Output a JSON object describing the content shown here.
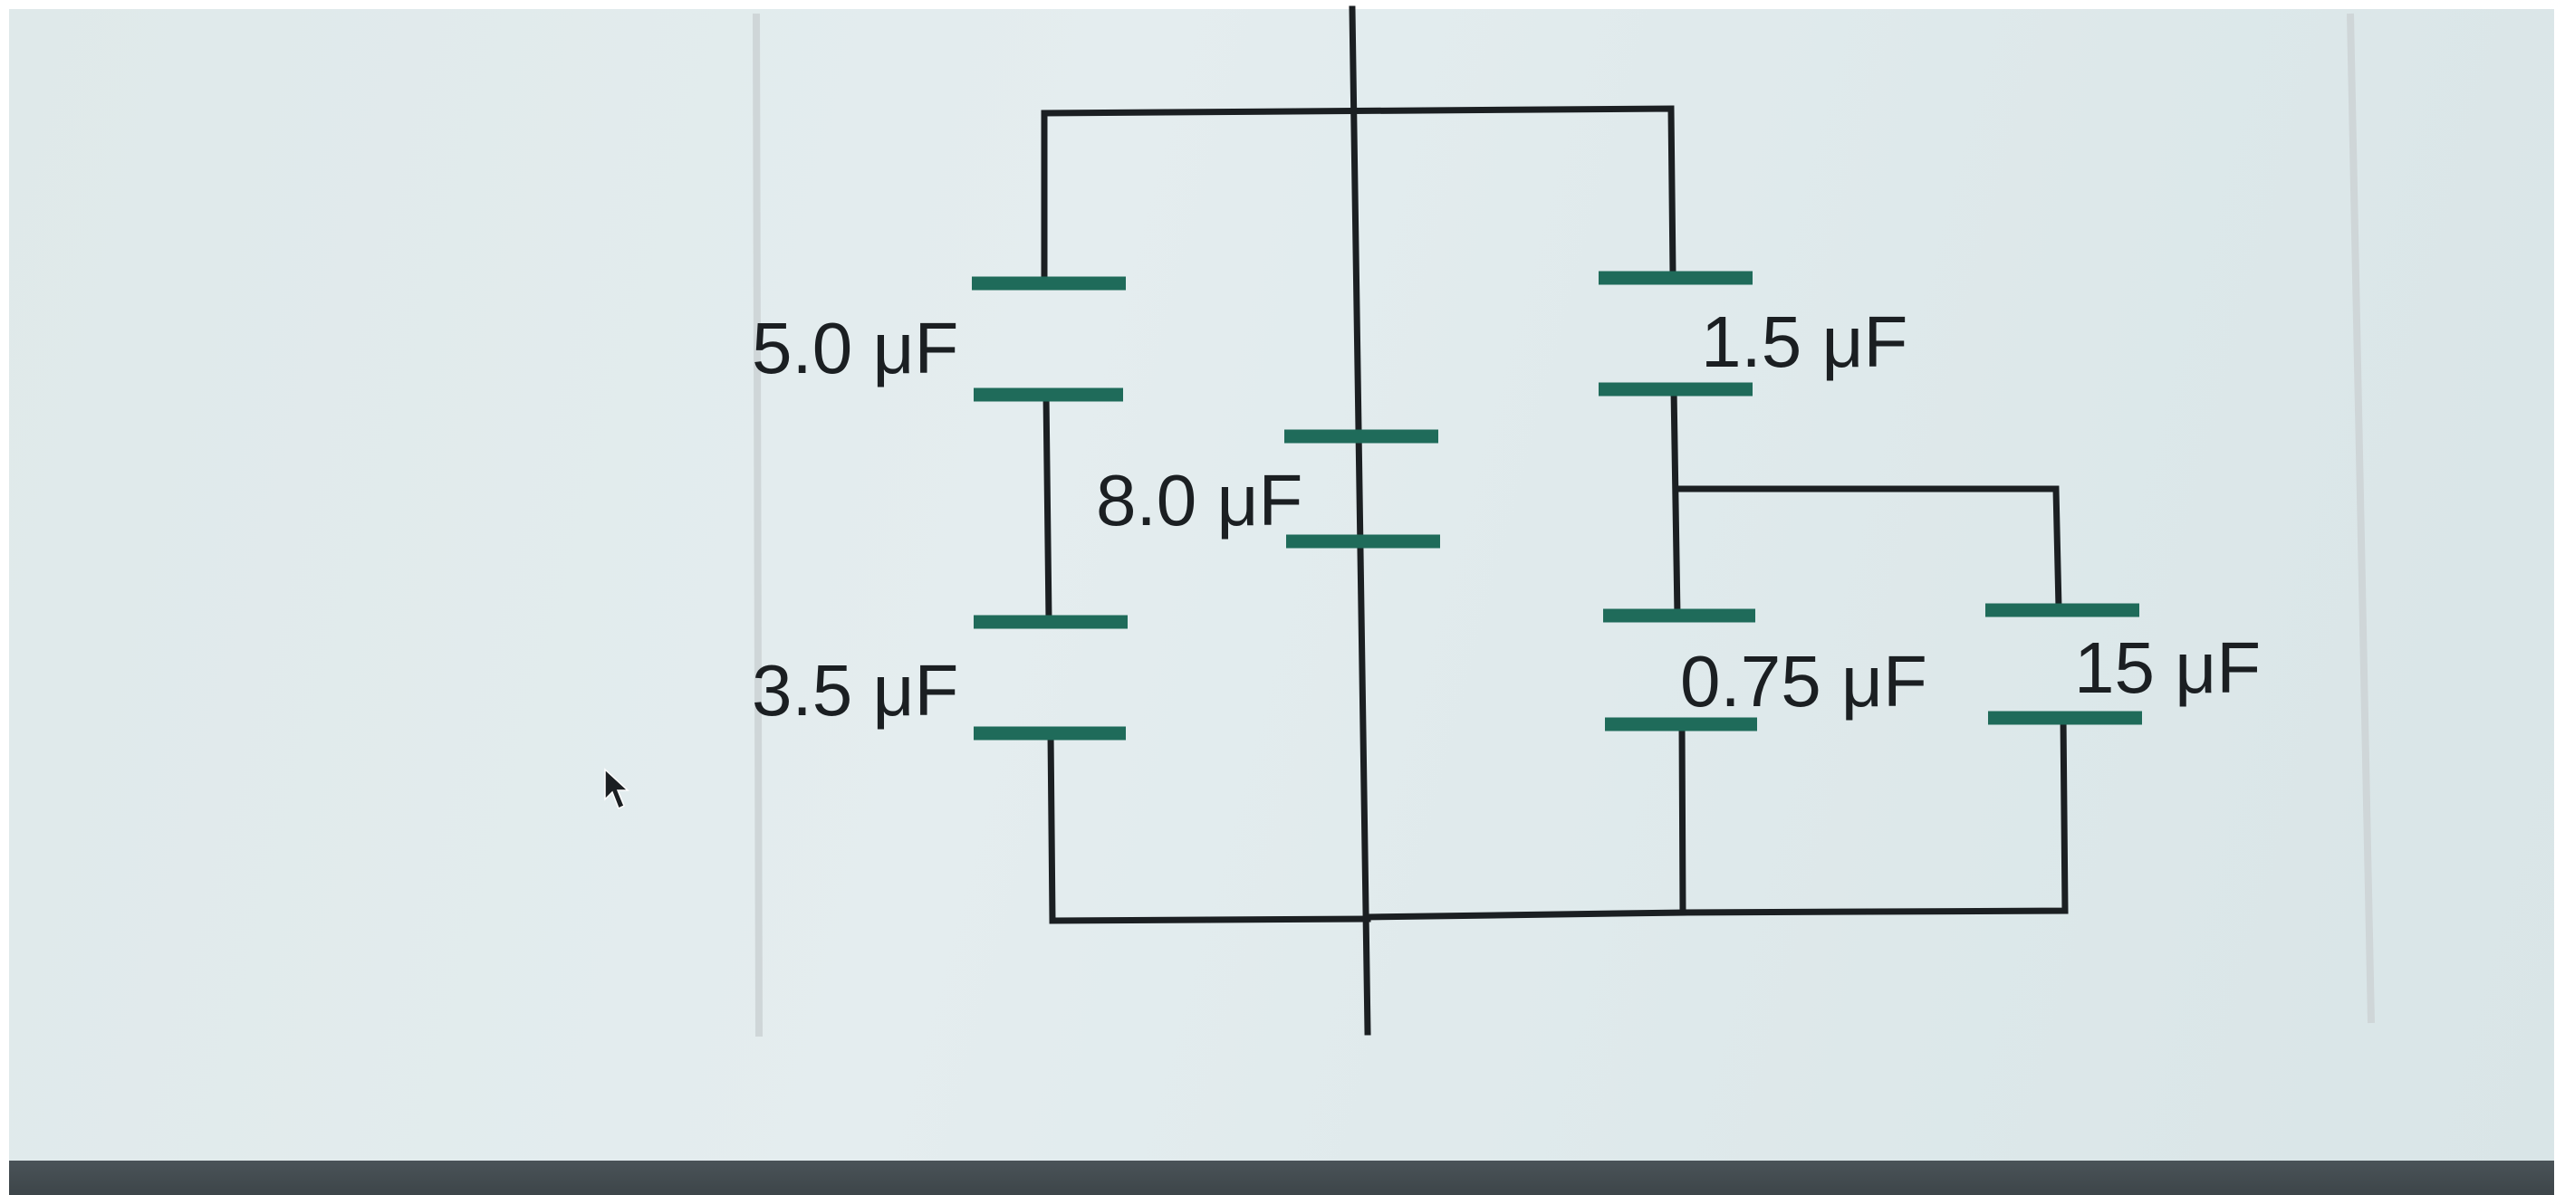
{
  "diagram": {
    "components": [
      {
        "id": "c1",
        "label": "5.0 μF"
      },
      {
        "id": "c2",
        "label": "3.5 μF"
      },
      {
        "id": "c3",
        "label": "8.0 μF"
      },
      {
        "id": "c4",
        "label": "1.5 μF"
      },
      {
        "id": "c5",
        "label": "0.75 μF"
      },
      {
        "id": "c6",
        "label": "15 μF"
      }
    ],
    "colors": {
      "plate": "#1f6b5a",
      "wire": "#1b1f22",
      "background": "#e2ebed"
    },
    "icons": [
      "mouse-cursor-icon"
    ]
  }
}
